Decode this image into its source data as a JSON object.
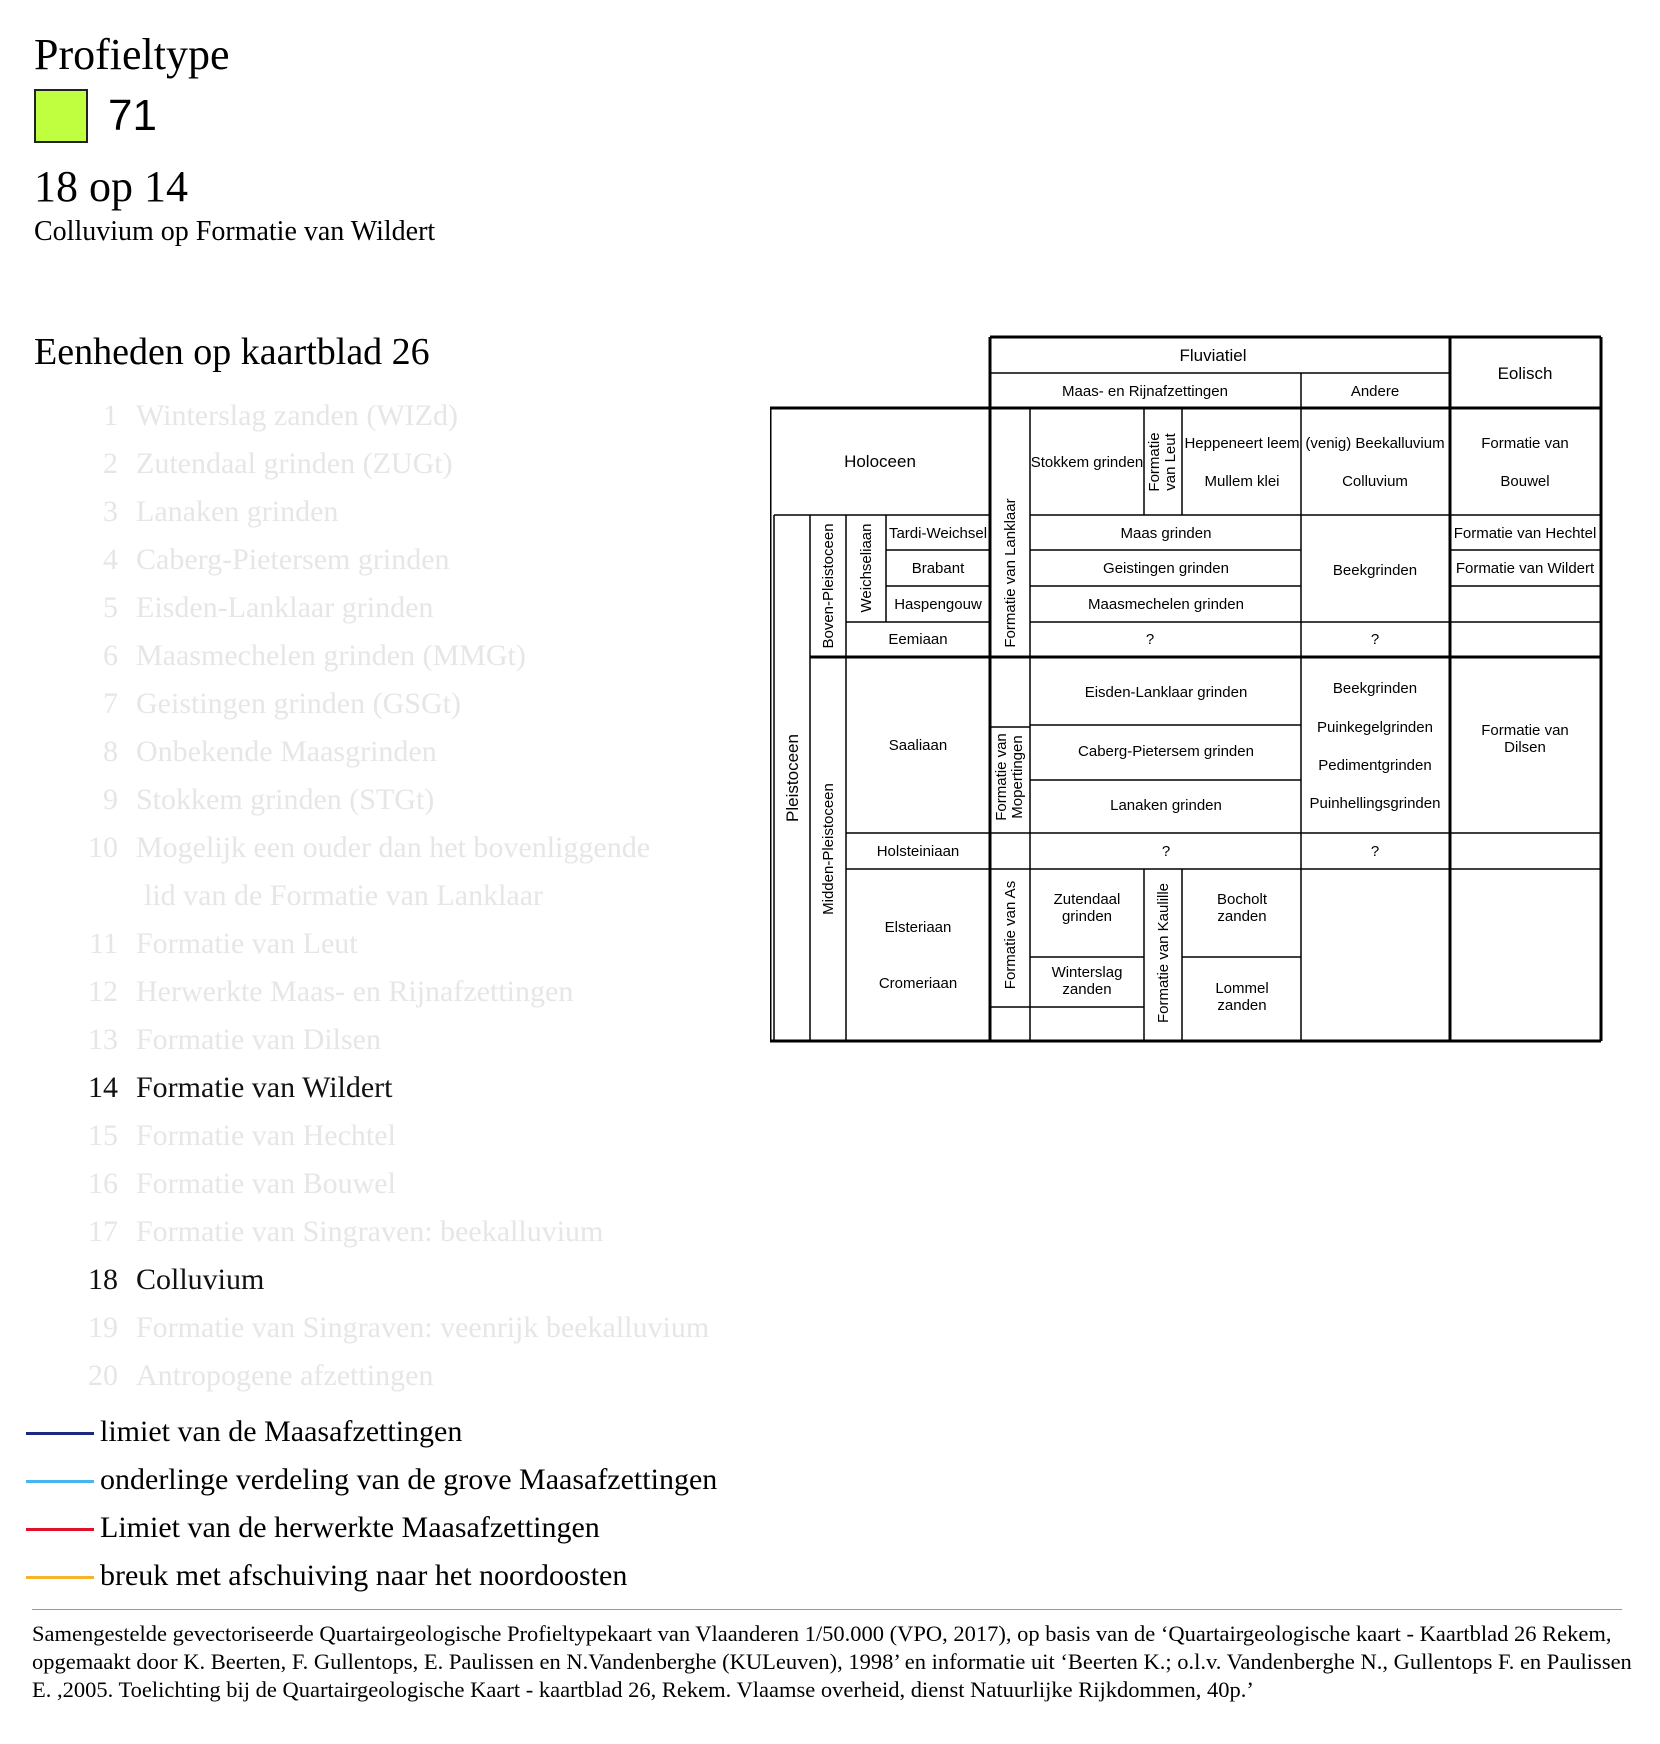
{
  "header": {
    "title": "Profieltype",
    "swatch_color": "#c0ff40",
    "code": "71",
    "combination": "18 op 14",
    "description": "Colluvium op Formatie van Wildert"
  },
  "units_title": "Eenheden op kaartblad 26",
  "units": [
    {
      "num": "1",
      "label": "Winterslag zanden (WIZd)",
      "active": false
    },
    {
      "num": "2",
      "label": "Zutendaal grinden (ZUGt)",
      "active": false
    },
    {
      "num": "3",
      "label": "Lanaken grinden",
      "active": false
    },
    {
      "num": "4",
      "label": "Caberg-Pietersem grinden",
      "active": false
    },
    {
      "num": "5",
      "label": "Eisden-Lanklaar grinden",
      "active": false
    },
    {
      "num": "6",
      "label": "Maasmechelen grinden (MMGt)",
      "active": false
    },
    {
      "num": "7",
      "label": "Geistingen grinden (GSGt)",
      "active": false
    },
    {
      "num": "8",
      "label": "Onbekende Maasgrinden",
      "active": false
    },
    {
      "num": "9",
      "label": "Stokkem grinden (STGt)",
      "active": false
    },
    {
      "num": "10",
      "label": "Mogelijk een ouder dan het bovenliggende",
      "active": false
    },
    {
      "num": "",
      "label": "lid van de Formatie van Lanklaar",
      "active": false
    },
    {
      "num": "11",
      "label": "Formatie van Leut",
      "active": false
    },
    {
      "num": "12",
      "label": "Herwerkte Maas- en Rijnafzettingen",
      "active": false
    },
    {
      "num": "13",
      "label": "Formatie van Dilsen",
      "active": false
    },
    {
      "num": "14",
      "label": "Formatie van Wildert",
      "active": true
    },
    {
      "num": "15",
      "label": "Formatie van Hechtel",
      "active": false
    },
    {
      "num": "16",
      "label": "Formatie van Bouwel",
      "active": false
    },
    {
      "num": "17",
      "label": "Formatie van Singraven: beekalluvium",
      "active": false
    },
    {
      "num": "18",
      "label": "Colluvium",
      "active": true
    },
    {
      "num": "19",
      "label": "Formatie van Singraven: veenrijk beekalluvium",
      "active": false
    },
    {
      "num": "20",
      "label": "Antropogene afzettingen",
      "active": false
    }
  ],
  "legend": [
    {
      "color": "#1a2a80",
      "label": "limiet van de Maasafzettingen"
    },
    {
      "color": "#4ab4f0",
      "label": "onderlinge verdeling van de grove Maasafzettingen"
    },
    {
      "color": "#e0102a",
      "label": "Limiet van de herwerkte Maasafzettingen"
    },
    {
      "color": "#f8b428",
      "label": "breuk met afschuiving naar het noordoosten"
    }
  ],
  "source_text": "Samengestelde gevectoriseerde Quartairgeologische Profieltypekaart van Vlaanderen 1/50.000 (VPO, 2017), op basis van de ‘Quartairgeologische kaart - Kaartblad 26 Rekem, opgemaakt door K. Beerten, F. Gullentops, E. Paulissen en N.Vandenberghe (KULeuven), 1998’ en informatie uit ‘Beerten K.; o.l.v. Vandenberghe N., Gullentops F. en Paulissen E. ,2005. Toelichting bij de Quartairgeologische Kaart - kaartblad 26, Rekem. Vlaamse overheid, dienst Natuurlijke Rijkdommen, 40p.’",
  "strat": {
    "fluviatiel": "Fluviatiel",
    "maas_rijn": "Maas- en Rijnafzettingen",
    "andere": "Andere",
    "eolisch": "Eolisch",
    "holoceen": "Holoceen",
    "pleistoceen": "Pleistoceen",
    "boven_pleistoceen": "Boven-Pleistoceen",
    "midden_pleistoceen": "Midden-Pleistoceen",
    "weichseliaan": "Weichseliaan",
    "tardi_weichsel": "Tardi-Weichsel",
    "brabant": "Brabant",
    "haspengouw": "Haspengouw",
    "eemiaan": "Eemiaan",
    "saaliaan": "Saaliaan",
    "holsteiniaan": "Holsteiniaan",
    "elsteriaan": "Elsteriaan",
    "cromeriaan": "Cromeriaan",
    "fm_lanklaar": "Formatie van Lanklaar",
    "fm_mopertingen_1": "Formatie van",
    "fm_mopertingen_2": "Mopertingen",
    "fm_as": "Formatie van As",
    "fm_kaulille": "Formatie van Kaulille",
    "stokkem": "Stokkem grinden",
    "fm_leut_1": "Formatie",
    "fm_leut_2": "van Leut",
    "heppeneert": "Heppeneert leem",
    "mullem": "Mullem klei",
    "venig": "(venig) Beekalluvium",
    "colluvium": "Colluvium",
    "bouwel_1": "Formatie van",
    "bouwel_2": "Bouwel",
    "maas_grinden": "Maas grinden",
    "geistingen": "Geistingen grinden",
    "maasmechelen": "Maasmechelen grinden",
    "beekgrinden": "Beekgrinden",
    "hechtel": "Formatie van Hechtel",
    "wildert": "Formatie van Wildert",
    "q": "?",
    "eisden": "Eisden-Lanklaar grinden",
    "caberg": "Caberg-Pietersem grinden",
    "lanaken": "Lanaken grinden",
    "beekgrinden2": "Beekgrinden",
    "puinkegel": "Puinkegelgrinden",
    "pediment": "Pedimentgrinden",
    "puinhelling": "Puinhellingsgrinden",
    "dilsen_1": "Formatie van",
    "dilsen_2": "Dilsen",
    "zutendaal_1": "Zutendaal",
    "zutendaal_2": "grinden",
    "winterslag_1": "Winterslag",
    "winterslag_2": "zanden",
    "bocholt_1": "Bocholt",
    "bocholt_2": "zanden",
    "lommel_1": "Lommel",
    "lommel_2": "zanden"
  }
}
